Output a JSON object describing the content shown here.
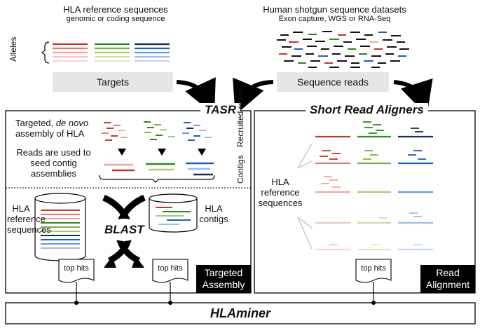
{
  "top_left": {
    "title": "HLA reference sequences",
    "subtitle": "genomic or coding sequence",
    "alleles_label": "Alleles",
    "box_label": "Targets"
  },
  "top_right": {
    "title": "Human shotgun sequence datasets",
    "subtitle": "Exon capture, WGS or RNA-Seq",
    "box_label": "Sequence reads"
  },
  "tasr": {
    "title": "TASR",
    "step1_line1": "Targeted, de novo",
    "step1_line2": "assembly of HLA",
    "recruited_label": "Recruited reads",
    "step2_line1": "Reads are used to",
    "step2_line2": "seed contig",
    "step2_line3": "assemblies",
    "contigs_label": "Contigs",
    "hla_ref_line1": "HLA",
    "hla_ref_line2": "reference",
    "hla_ref_line3": "sequences",
    "hla_contigs_line1": "HLA",
    "hla_contigs_line2": "contigs",
    "blast_label": "BLAST",
    "top_hits_left": "top hits",
    "top_hits_right": "top hits",
    "tag_line1": "Targeted",
    "tag_line2": "Assembly"
  },
  "sra": {
    "title": "Short Read Aligners",
    "hla_ref_line1": "HLA",
    "hla_ref_line2": "reference",
    "hla_ref_line3": "sequences",
    "top_hits": "top hits",
    "tag_line1": "Read",
    "tag_line2": "Alignment"
  },
  "bottom": {
    "title": "HLAminer"
  },
  "colors": {
    "red": "#c0392b",
    "green": "#2e8b1e",
    "blue": "#1f5fbf",
    "black": "#111111",
    "gray_box": "#e6e6e6"
  }
}
